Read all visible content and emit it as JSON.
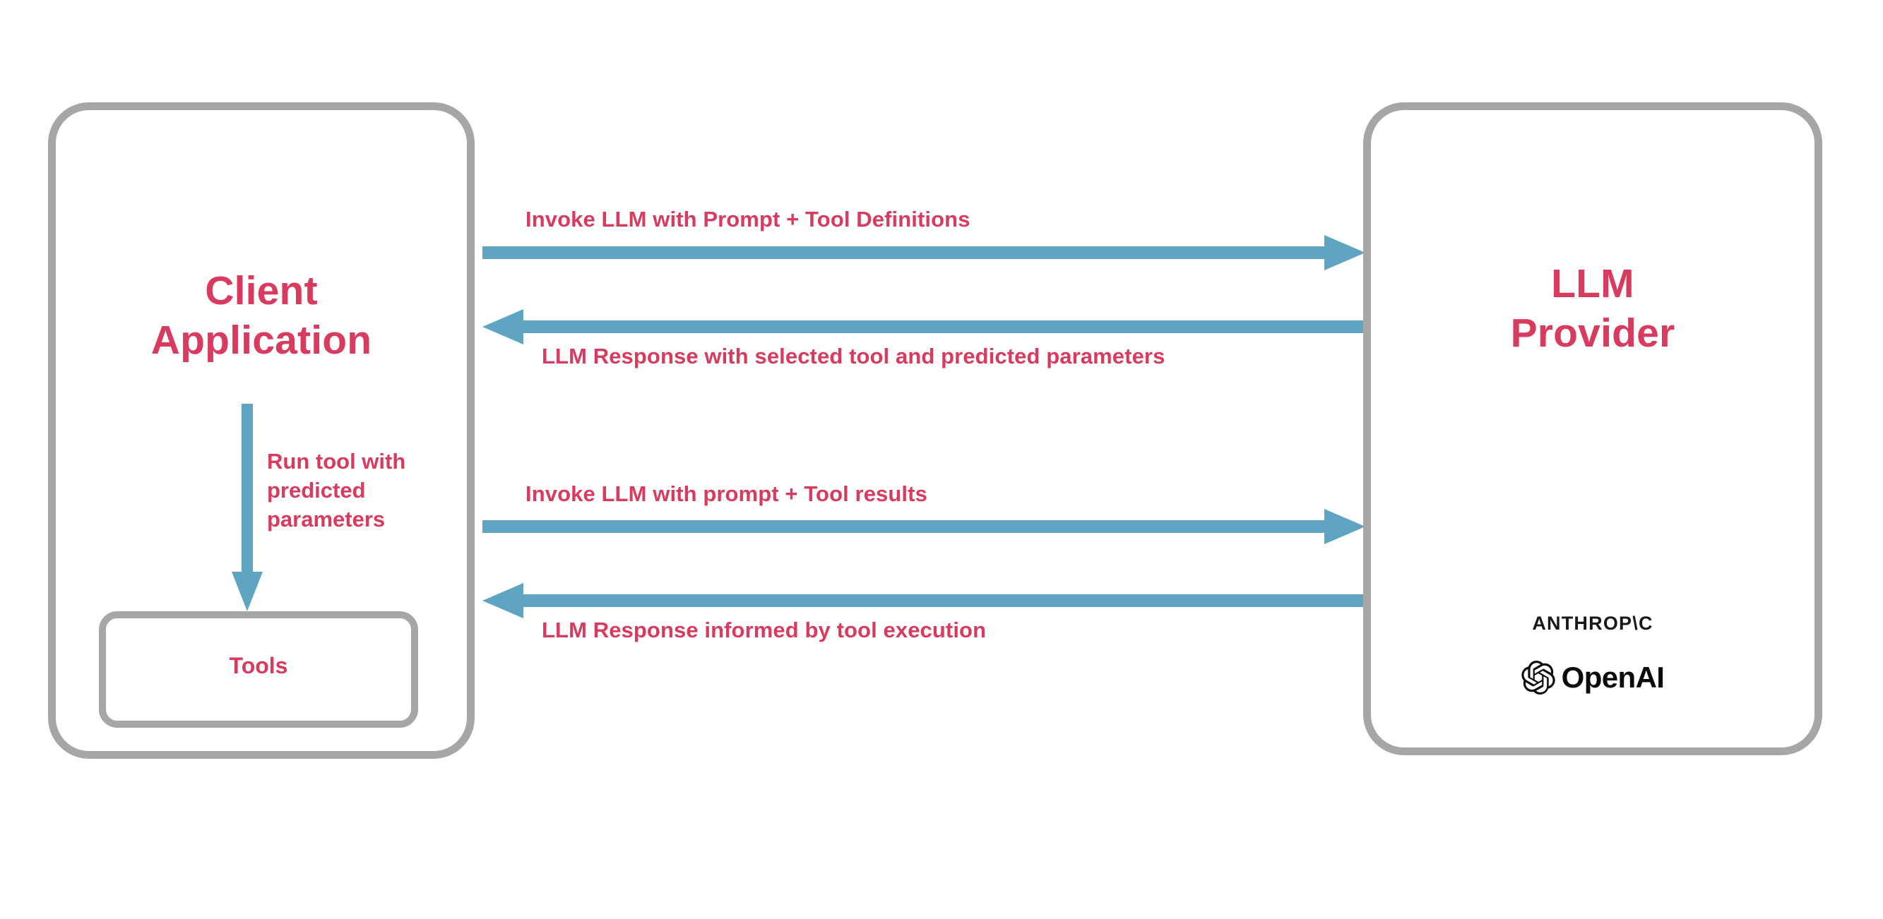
{
  "diagram": {
    "title": "LLM tool calling sequence between client application and LLM provider",
    "colors": {
      "accent_pink": "#d93b5f",
      "arrow_blue": "#5fa5c2",
      "box_gray": "#a6a6a6",
      "logo_black": "#191919",
      "background": "#ffffff"
    }
  },
  "client": {
    "title": "Client\nApplication",
    "tools": {
      "label": "Tools"
    },
    "run_tool_arrow": {
      "label": "Run tool with\npredicted\nparameters",
      "direction": "down",
      "from": "Client Application",
      "to": "Tools"
    }
  },
  "provider": {
    "title": "LLM\nProvider",
    "logos": [
      {
        "name": "anthropic-logo",
        "text": "ANTHROP\\C"
      },
      {
        "name": "openai-logo",
        "text": "OpenAI"
      }
    ]
  },
  "messages": [
    {
      "id": "invoke-1",
      "label": "Invoke LLM with Prompt + Tool Definitions",
      "direction": "right",
      "from": "Client Application",
      "to": "LLM Provider"
    },
    {
      "id": "response-1",
      "label": "LLM Response with selected tool and predicted parameters",
      "direction": "left",
      "from": "LLM Provider",
      "to": "Client Application"
    },
    {
      "id": "invoke-2",
      "label": "Invoke LLM with prompt + Tool results",
      "direction": "right",
      "from": "Client Application",
      "to": "LLM Provider"
    },
    {
      "id": "response-2",
      "label": "LLM Response informed by tool execution",
      "direction": "left",
      "from": "LLM Provider",
      "to": "Client Application"
    }
  ]
}
